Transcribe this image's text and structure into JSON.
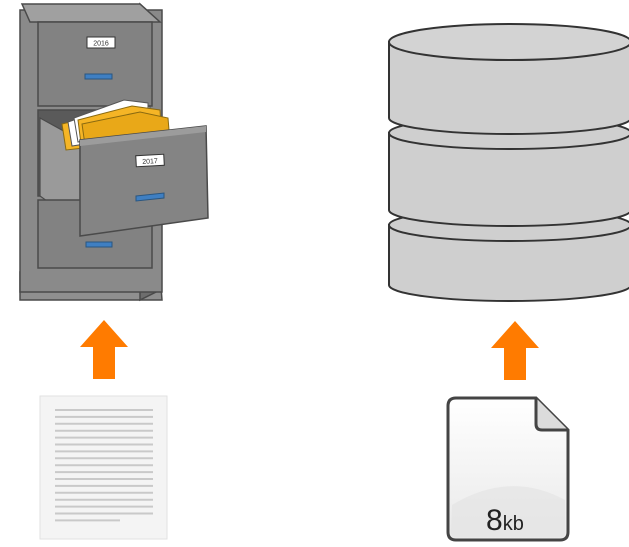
{
  "cabinet": {
    "drawers": [
      {
        "label": "2016"
      },
      {
        "label": "2017"
      },
      {
        "label": ""
      }
    ]
  },
  "file_icon": {
    "size_number": "8",
    "size_unit": "kb"
  },
  "colors": {
    "arrow": "#ff7b00",
    "cabinet_body": "#8a8a8a",
    "cabinet_dark": "#5f5f5f",
    "folder": "#f5b526",
    "handle": "#3f7fc2",
    "database": "#cfcfcf",
    "paper_lines": "#c9c9c9"
  },
  "icons": [
    "filing-cabinet-icon",
    "database-icon",
    "arrow-up-icon",
    "paper-document-icon",
    "file-icon"
  ]
}
